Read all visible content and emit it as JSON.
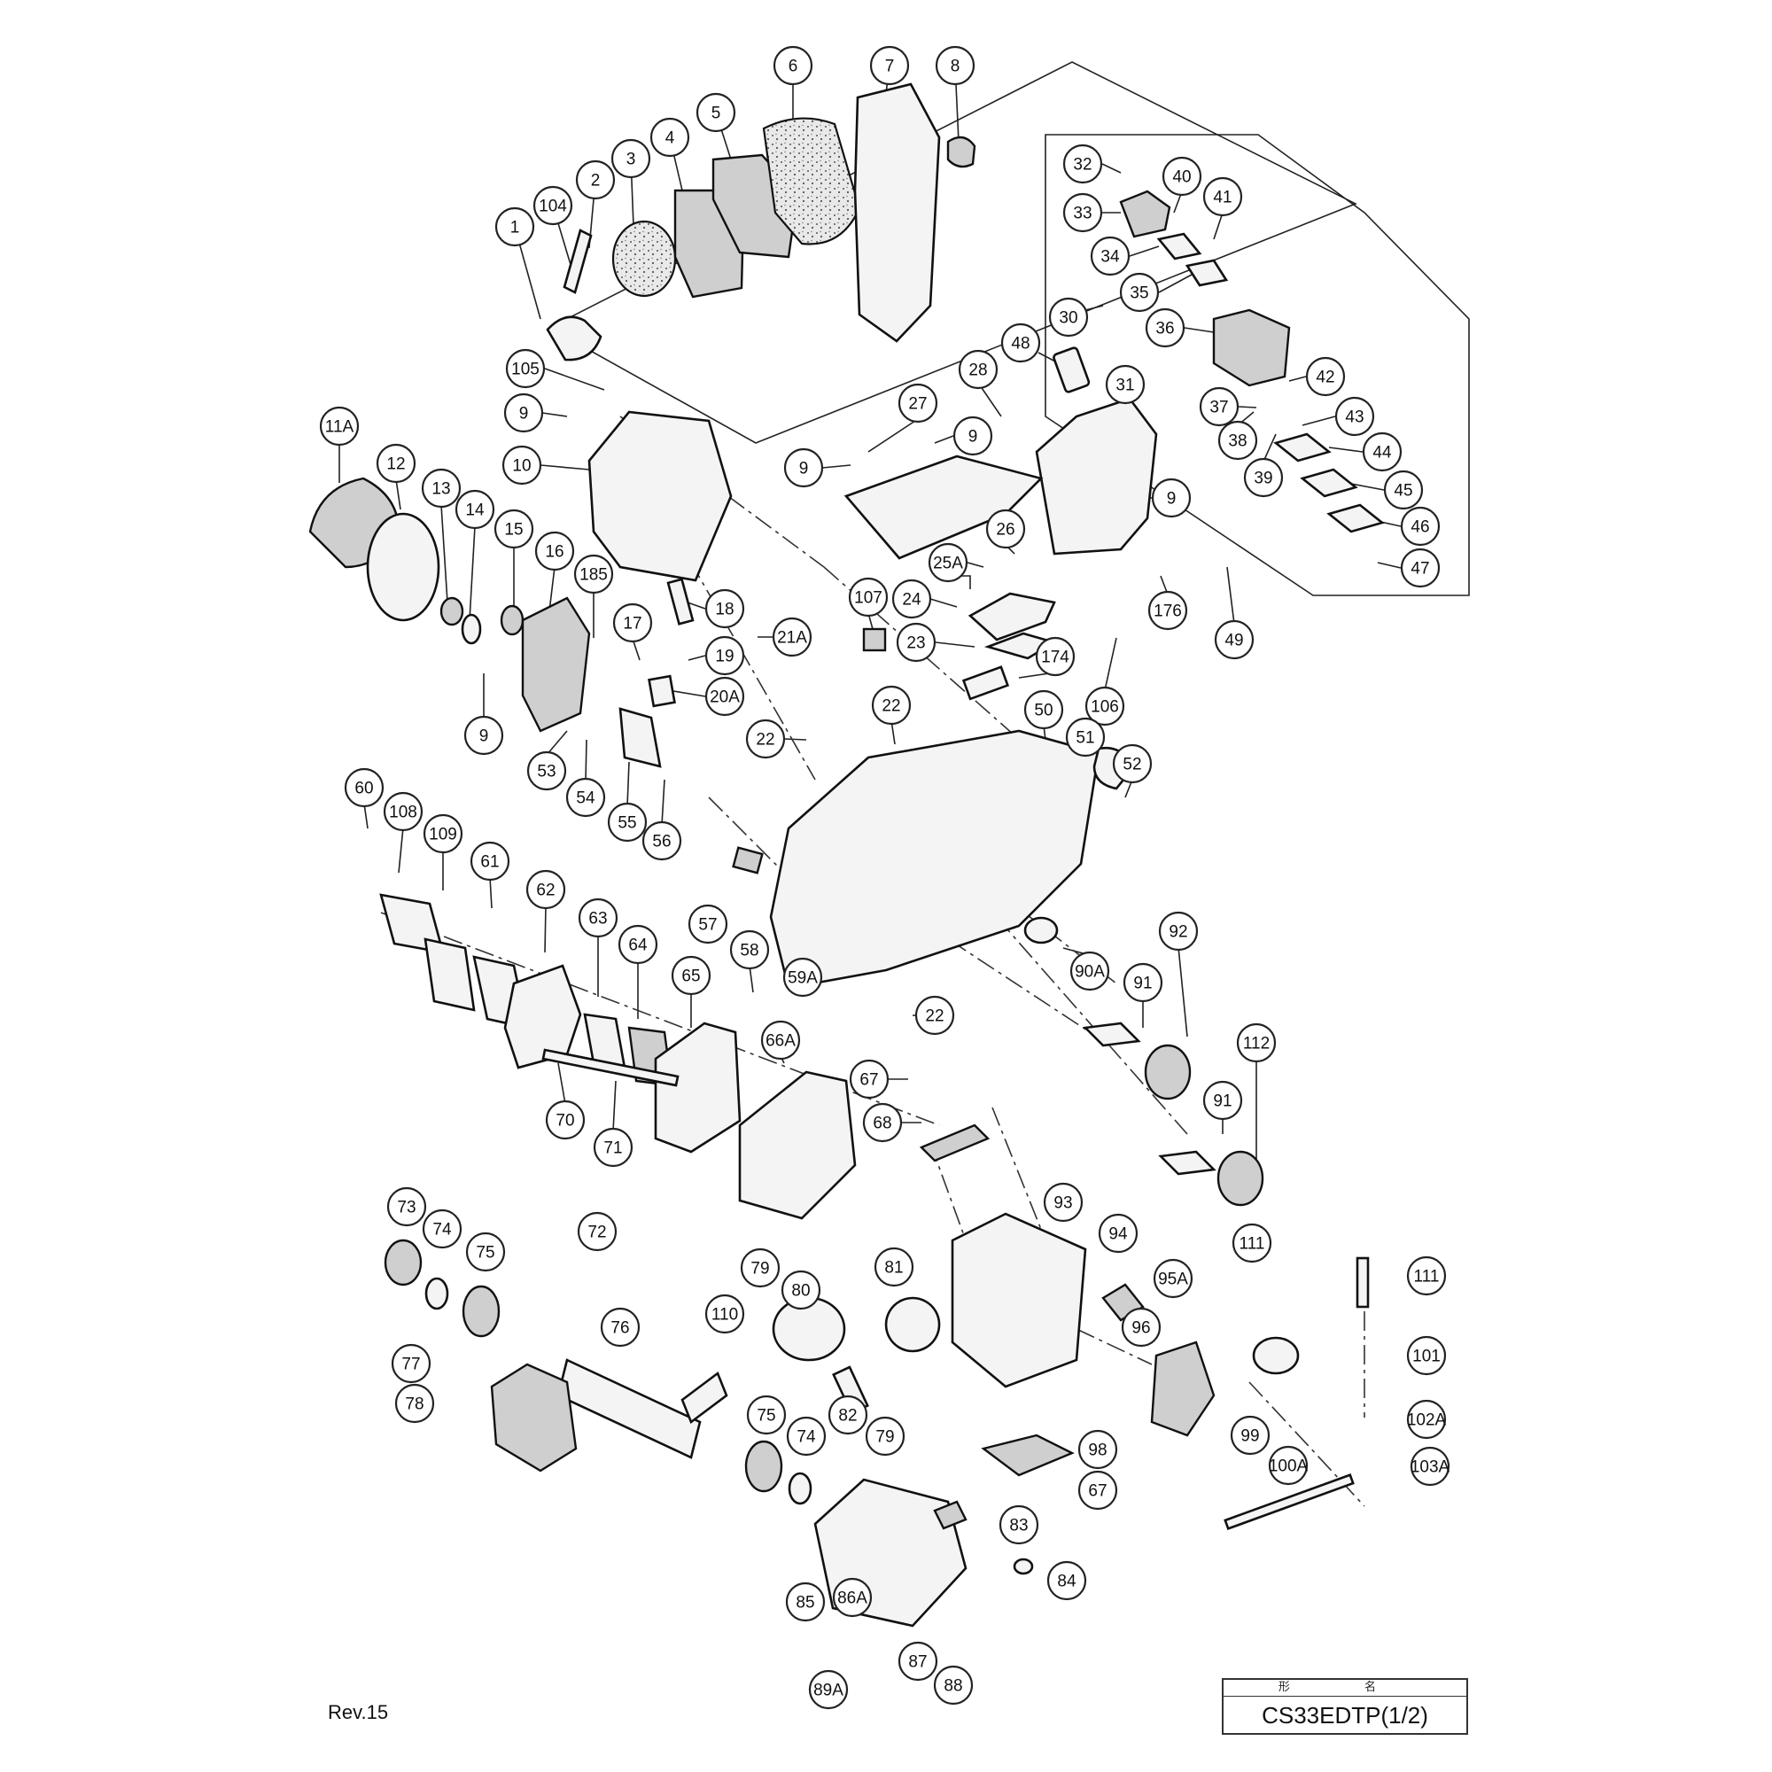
{
  "callouts": [
    {
      "label": "1"
    },
    {
      "label": "104"
    },
    {
      "label": "2"
    },
    {
      "label": "3"
    },
    {
      "label": "4"
    },
    {
      "label": "5"
    },
    {
      "label": "6"
    },
    {
      "label": "7"
    },
    {
      "label": "8"
    },
    {
      "label": "32"
    },
    {
      "label": "40"
    },
    {
      "label": "41"
    },
    {
      "label": "33"
    },
    {
      "label": "34"
    },
    {
      "label": "35"
    },
    {
      "label": "36"
    },
    {
      "label": "30"
    },
    {
      "label": "48"
    },
    {
      "label": "28"
    },
    {
      "label": "31"
    },
    {
      "label": "42"
    },
    {
      "label": "37"
    },
    {
      "label": "43"
    },
    {
      "label": "38"
    },
    {
      "label": "39"
    },
    {
      "label": "44"
    },
    {
      "label": "45"
    },
    {
      "label": "46"
    },
    {
      "label": "47"
    },
    {
      "label": "105"
    },
    {
      "label": "9"
    },
    {
      "label": "11A"
    },
    {
      "label": "10"
    },
    {
      "label": "12"
    },
    {
      "label": "13"
    },
    {
      "label": "14"
    },
    {
      "label": "15"
    },
    {
      "label": "16"
    },
    {
      "label": "185"
    },
    {
      "label": "17"
    },
    {
      "label": "18"
    },
    {
      "label": "21A"
    },
    {
      "label": "19"
    },
    {
      "label": "20A"
    },
    {
      "label": "9"
    },
    {
      "label": "53"
    },
    {
      "label": "54"
    },
    {
      "label": "55"
    },
    {
      "label": "56"
    },
    {
      "label": "27"
    },
    {
      "label": "9"
    },
    {
      "label": "9"
    },
    {
      "label": "9"
    },
    {
      "label": "26"
    },
    {
      "label": "25A"
    },
    {
      "label": "24"
    },
    {
      "label": "107"
    },
    {
      "label": "23"
    },
    {
      "label": "174"
    },
    {
      "label": "106"
    },
    {
      "label": "176"
    },
    {
      "label": "49"
    },
    {
      "label": "22"
    },
    {
      "label": "22"
    },
    {
      "label": "50"
    },
    {
      "label": "51"
    },
    {
      "label": "52"
    },
    {
      "label": "60"
    },
    {
      "label": "108"
    },
    {
      "label": "109"
    },
    {
      "label": "61"
    },
    {
      "label": "62"
    },
    {
      "label": "63"
    },
    {
      "label": "64"
    },
    {
      "label": "65"
    },
    {
      "label": "57"
    },
    {
      "label": "58"
    },
    {
      "label": "59A"
    },
    {
      "label": "90A"
    },
    {
      "label": "92"
    },
    {
      "label": "91"
    },
    {
      "label": "22"
    },
    {
      "label": "66A"
    },
    {
      "label": "70"
    },
    {
      "label": "71"
    },
    {
      "label": "67"
    },
    {
      "label": "68"
    },
    {
      "label": "112"
    },
    {
      "label": "91"
    },
    {
      "label": "73"
    },
    {
      "label": "74"
    },
    {
      "label": "75"
    },
    {
      "label": "72"
    },
    {
      "label": "93"
    },
    {
      "label": "94"
    },
    {
      "label": "111"
    },
    {
      "label": "111"
    },
    {
      "label": "79"
    },
    {
      "label": "80"
    },
    {
      "label": "81"
    },
    {
      "label": "95A"
    },
    {
      "label": "76"
    },
    {
      "label": "110"
    },
    {
      "label": "96"
    },
    {
      "label": "101"
    },
    {
      "label": "77"
    },
    {
      "label": "78"
    },
    {
      "label": "82"
    },
    {
      "label": "79"
    },
    {
      "label": "99"
    },
    {
      "label": "102A"
    },
    {
      "label": "75"
    },
    {
      "label": "74"
    },
    {
      "label": "98"
    },
    {
      "label": "67"
    },
    {
      "label": "100A"
    },
    {
      "label": "103A"
    },
    {
      "label": "83"
    },
    {
      "label": "84"
    },
    {
      "label": "85"
    },
    {
      "label": "86A"
    },
    {
      "label": "87"
    },
    {
      "label": "88"
    },
    {
      "label": "89A"
    }
  ],
  "title_block": {
    "header": "形 名",
    "model": "CS33EDTP(1/2)"
  },
  "revision": "Rev.15"
}
